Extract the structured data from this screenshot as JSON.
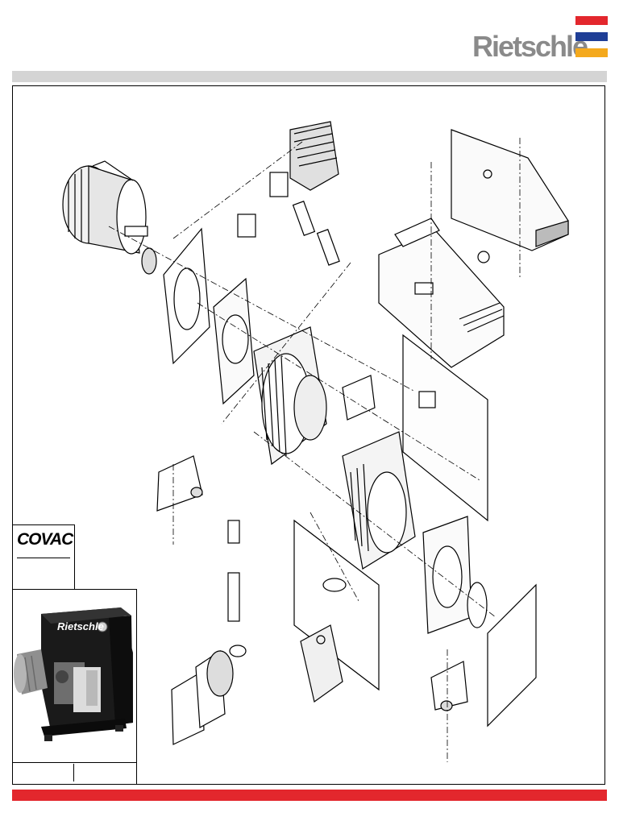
{
  "header": {
    "brand": "Rietschle",
    "flag_colors": [
      "#e3272d",
      "#1f3e96",
      "#f4a91d"
    ]
  },
  "bands": {
    "top_color": "#d4d4d4",
    "bottom_color": "#e3272d"
  },
  "product": {
    "series_logo": "COVAC",
    "photo_brand": "Rietschle"
  },
  "drawing": {
    "kind": "exploded-parts-view"
  }
}
